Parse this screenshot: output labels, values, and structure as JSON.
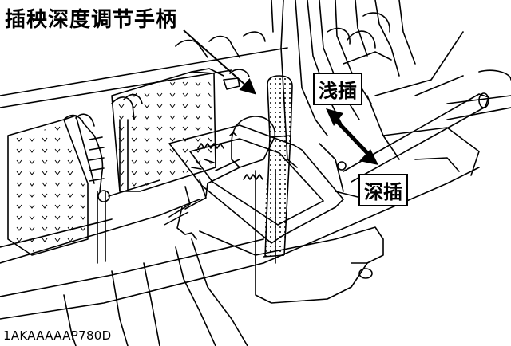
{
  "title": "插秧深度调节手柄",
  "labels": {
    "shallow": "浅插",
    "deep": "深插"
  },
  "code": "1AKAAAAAP780D"
}
